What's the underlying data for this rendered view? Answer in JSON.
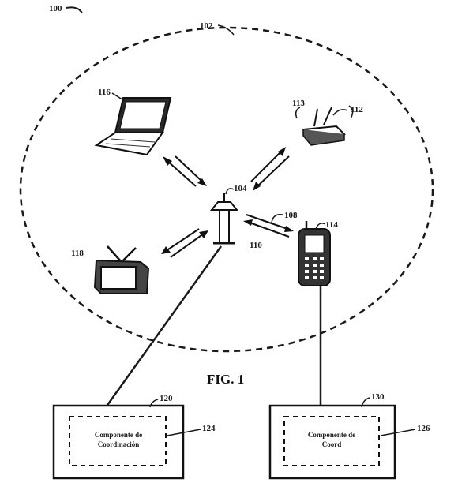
{
  "figure": {
    "label": "FIG. 1",
    "ref_system": "100",
    "ref_zone": "102",
    "ref_tower": "104",
    "ref_link_a": "108",
    "ref_link_b": "110",
    "ref_phone": "114",
    "ref_router": "112",
    "ref_router_small": "113",
    "ref_laptop": "116",
    "ref_tv": "118",
    "ref_box_left": "120",
    "ref_box_right": "130",
    "ref_inner_left": "124",
    "ref_inner_right": "126"
  },
  "boxes": {
    "left_line1": "Componente de",
    "left_line2": "Coordinación",
    "right_line1": "Componente de",
    "right_line2": "Coord"
  }
}
